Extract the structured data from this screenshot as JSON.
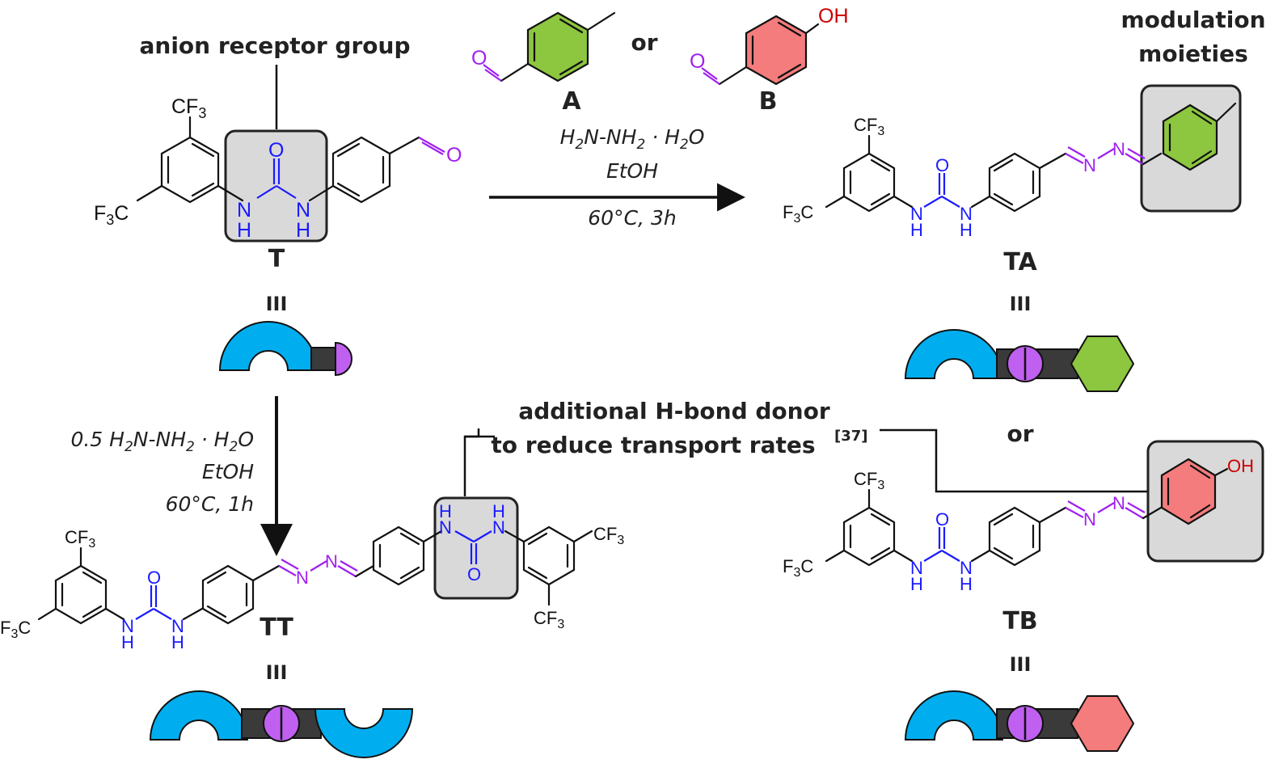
{
  "labels": {
    "anion_receptor": "anion receptor group",
    "modulation_line1": "modulation",
    "modulation_line2": "moieties",
    "additional_line1": "additional H-bond donor",
    "additional_line2": "to reduce transport rates",
    "additional_ref": "[37]",
    "or_top": "or",
    "or_right": "or",
    "equiv": "III"
  },
  "compounds": {
    "T": "T",
    "A": "A",
    "B": "B",
    "TA": "TA",
    "TB": "TB",
    "TT": "TT"
  },
  "atoms": {
    "cf3": "CF3",
    "f3c": "F3C",
    "nh": "N",
    "h": "H",
    "o": "O",
    "n": "N",
    "oh": "OH"
  },
  "conditions_top": {
    "line1": "H2N-NH2 · H2O",
    "line2": "EtOH",
    "line3": "60°C, 3h"
  },
  "conditions_left": {
    "line1": "0.5 H2N-NH2 · H2O",
    "line2": "EtOH",
    "line3": "60°C, 1h"
  },
  "colors": {
    "urea_blue": "#1a1aff",
    "aldehyde_purple": "#a020f0",
    "oh_red": "#cc0000",
    "green_ring": "#8dc63f",
    "red_ring": "#f47c7c",
    "cyan_receptor": "#00aeef",
    "purple_link": "#c060f0",
    "dark_link": "#3a3a3a",
    "box_gray": "#d9d9d9"
  }
}
